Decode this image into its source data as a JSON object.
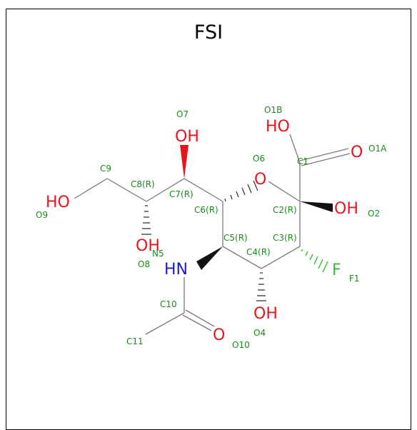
{
  "title": "FSI",
  "colors": {
    "oxygen": "#e8141b",
    "nitrogen": "#1a1ad6",
    "fluorine": "#2fbf2f",
    "annotation": "#1a8a1a",
    "bond": "#7a7a7a"
  },
  "atoms": {
    "OH_top": "OH",
    "HO_acid": "HO",
    "O_ring": "O",
    "O_carbonyl": "O",
    "OH_C2": "OH",
    "HO_C9": "HO",
    "OH_C8": "OH",
    "HN": "HN",
    "F": "F",
    "OH_C4": "OH",
    "O_amide": "O"
  },
  "annotations": {
    "O7": "O7",
    "O1B": "O1B",
    "O6": "O6",
    "C1": "C1",
    "O1A": "O1A",
    "C9": "C9",
    "C8": "C8(R)",
    "C7": "C7(R)",
    "C6": "C6(R)",
    "C2": "C2(R)",
    "O2": "O2",
    "O9": "O9",
    "C5": "C5(R)",
    "C3": "C3(R)",
    "N5": "N5",
    "O8": "O8",
    "C4": "C4(R)",
    "F1": "F1",
    "C10": "C10",
    "O4": "O4",
    "C11": "C11",
    "O10": "O10"
  }
}
